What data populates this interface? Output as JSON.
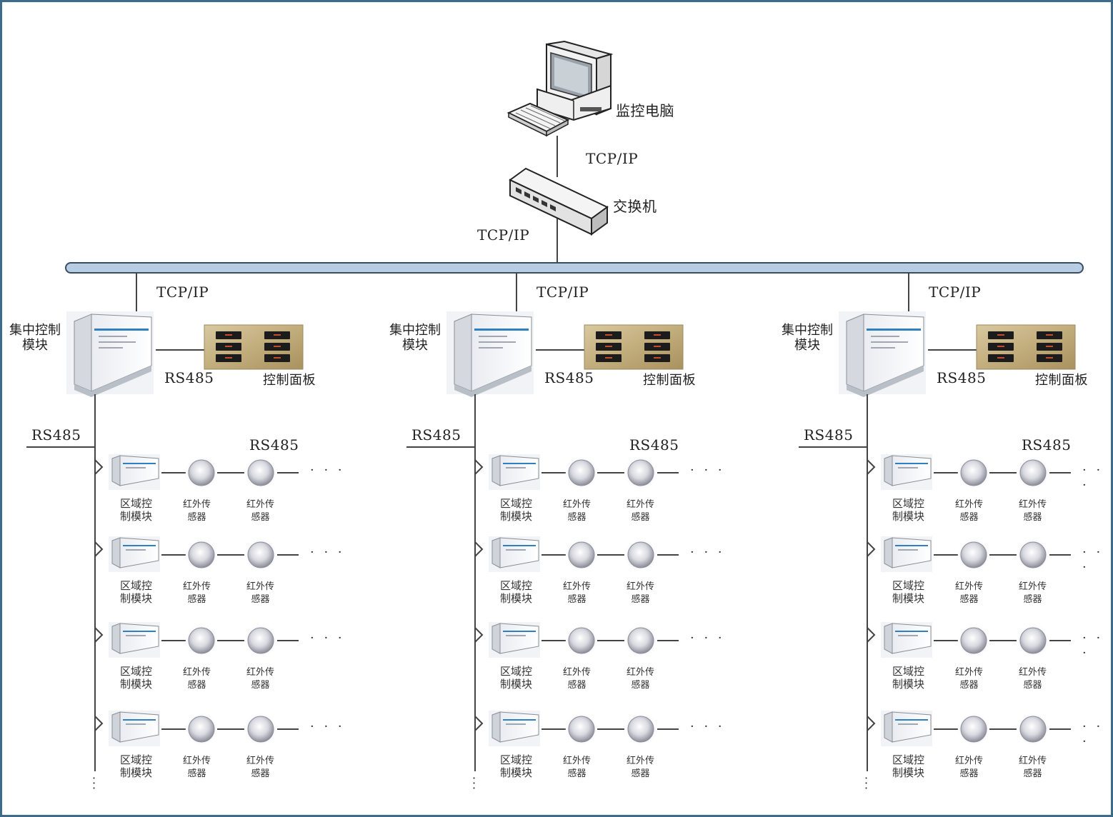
{
  "colors": {
    "frame": "#3e6a8c",
    "bus_fill": "#b7cde3",
    "bus_stroke": "#3a4d63",
    "line": "#444444",
    "panel_gold": "#c8b58a"
  },
  "icons": {
    "computer": "desktop-computer-icon",
    "switch": "network-switch-icon",
    "central_module": "din-rail-controller-icon",
    "control_panel": "keypad-panel-icon",
    "zone_module": "zone-controller-icon",
    "ir_sensor": "infrared-sensor-icon"
  },
  "top": {
    "computer_label": "监控电脑",
    "link_computer_switch": "TCP/IP",
    "switch_label": "交换机",
    "link_switch_bus": "TCP/IP"
  },
  "ellipsis": "· · ·",
  "vdots": "·<br>·<br>·",
  "columns": [
    {
      "tcp_label": "TCP/IP",
      "central_label": "集中控制\n模块",
      "rs485_panel": "RS485",
      "panel_label": "控制面板",
      "rs485_bus": "RS485",
      "rs485_row": "RS485",
      "rows": [
        {
          "zone_label": "区域控\n制模块",
          "sensor1_label": "红外传\n感器",
          "sensor2_label": "红外传\n感器"
        },
        {
          "zone_label": "区域控\n制模块",
          "sensor1_label": "红外传\n感器",
          "sensor2_label": "红外传\n感器"
        },
        {
          "zone_label": "区域控\n制模块",
          "sensor1_label": "红外传\n感器",
          "sensor2_label": "红外传\n感器"
        },
        {
          "zone_label": "区域控\n制模块",
          "sensor1_label": "红外传\n感器",
          "sensor2_label": "红外传\n感器"
        }
      ]
    },
    {
      "tcp_label": "TCP/IP",
      "central_label": "集中控制\n模块",
      "rs485_panel": "RS485",
      "panel_label": "控制面板",
      "rs485_bus": "RS485",
      "rs485_row": "RS485",
      "rows": [
        {
          "zone_label": "区域控\n制模块",
          "sensor1_label": "红外传\n感器",
          "sensor2_label": "红外传\n感器"
        },
        {
          "zone_label": "区域控\n制模块",
          "sensor1_label": "红外传\n感器",
          "sensor2_label": "红外传\n感器"
        },
        {
          "zone_label": "区域控\n制模块",
          "sensor1_label": "红外传\n感器",
          "sensor2_label": "红外传\n感器"
        },
        {
          "zone_label": "区域控\n制模块",
          "sensor1_label": "红外传\n感器",
          "sensor2_label": "红外传\n感器"
        }
      ]
    },
    {
      "tcp_label": "TCP/IP",
      "central_label": "集中控制\n模块",
      "rs485_panel": "RS485",
      "panel_label": "控制面板",
      "rs485_bus": "RS485",
      "rs485_row": "RS485",
      "rows": [
        {
          "zone_label": "区域控\n制模块",
          "sensor1_label": "红外传\n感器",
          "sensor2_label": "红外传\n感器"
        },
        {
          "zone_label": "区域控\n制模块",
          "sensor1_label": "红外传\n感器",
          "sensor2_label": "红外传\n感器"
        },
        {
          "zone_label": "区域控\n制模块",
          "sensor1_label": "红外传\n感器",
          "sensor2_label": "红外传\n感器"
        },
        {
          "zone_label": "区域控\n制模块",
          "sensor1_label": "红外传\n感器",
          "sensor2_label": "红外传\n感器"
        }
      ]
    }
  ]
}
